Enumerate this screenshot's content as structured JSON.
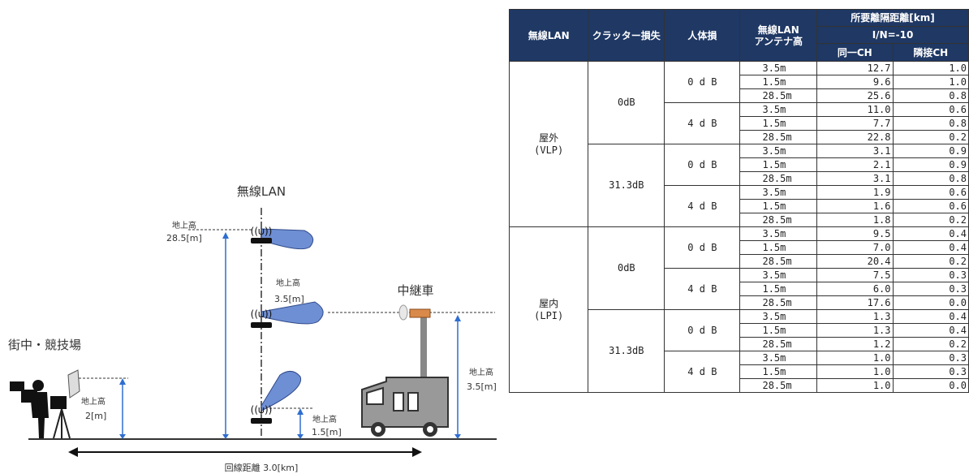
{
  "diagram": {
    "wlan_title": "無線LAN",
    "relay_title": "中継車",
    "town_title": "街中・競技場",
    "h_28_5_a": "地上高",
    "h_28_5_b": "28.5[m]",
    "h_3_5_a": "地上高",
    "h_3_5_b": "3.5[m]",
    "h_1_5_a": "地上高",
    "h_1_5_b": "1.5[m]",
    "h_2_a": "地上高",
    "h_2_b": "2[m]",
    "h_relay_a": "地上高",
    "h_relay_b": "3.5[m]",
    "distance": "回線距離 3.0[km]"
  },
  "table": {
    "headers": {
      "wlan": "無線LAN",
      "clutter": "クラッター損失",
      "body": "人体損",
      "antenna_1": "無線LAN",
      "antenna_2": "アンテナ高",
      "required": "所要離隔距離[km]",
      "ratio": "I/N=-10",
      "same_ch": "同一CH",
      "adj_ch": "隣接CH"
    },
    "groups": [
      {
        "name_1": "屋外",
        "name_2": "(VLP)"
      },
      {
        "name_1": "屋内",
        "name_2": "(LPI)"
      }
    ],
    "clutter": [
      "0dB",
      "31.3dB",
      "0dB",
      "31.3dB"
    ],
    "body_loss": [
      "0 d B",
      "4 d B",
      "0 d B",
      "4 d B",
      "0 d B",
      "4 d B",
      "0 d B",
      "4 d B"
    ],
    "rows": [
      {
        "ant": "3.5m",
        "same": "12.7",
        "adj": "1.0"
      },
      {
        "ant": "1.5m",
        "same": "9.6",
        "adj": "1.0"
      },
      {
        "ant": "28.5m",
        "same": "25.6",
        "adj": "0.8"
      },
      {
        "ant": "3.5m",
        "same": "11.0",
        "adj": "0.6"
      },
      {
        "ant": "1.5m",
        "same": "7.7",
        "adj": "0.8"
      },
      {
        "ant": "28.5m",
        "same": "22.8",
        "adj": "0.2"
      },
      {
        "ant": "3.5m",
        "same": "3.1",
        "adj": "0.9"
      },
      {
        "ant": "1.5m",
        "same": "2.1",
        "adj": "0.9"
      },
      {
        "ant": "28.5m",
        "same": "3.1",
        "adj": "0.8"
      },
      {
        "ant": "3.5m",
        "same": "1.9",
        "adj": "0.6"
      },
      {
        "ant": "1.5m",
        "same": "1.6",
        "adj": "0.6"
      },
      {
        "ant": "28.5m",
        "same": "1.8",
        "adj": "0.2"
      },
      {
        "ant": "3.5m",
        "same": "9.5",
        "adj": "0.4"
      },
      {
        "ant": "1.5m",
        "same": "7.0",
        "adj": "0.4"
      },
      {
        "ant": "28.5m",
        "same": "20.4",
        "adj": "0.2"
      },
      {
        "ant": "3.5m",
        "same": "7.5",
        "adj": "0.3"
      },
      {
        "ant": "1.5m",
        "same": "6.0",
        "adj": "0.3"
      },
      {
        "ant": "28.5m",
        "same": "17.6",
        "adj": "0.0"
      },
      {
        "ant": "3.5m",
        "same": "1.3",
        "adj": "0.4"
      },
      {
        "ant": "1.5m",
        "same": "1.3",
        "adj": "0.4"
      },
      {
        "ant": "28.5m",
        "same": "1.2",
        "adj": "0.2"
      },
      {
        "ant": "3.5m",
        "same": "1.0",
        "adj": "0.3"
      },
      {
        "ant": "1.5m",
        "same": "1.0",
        "adj": "0.3"
      },
      {
        "ant": "28.5m",
        "same": "1.0",
        "adj": "0.0"
      }
    ]
  }
}
